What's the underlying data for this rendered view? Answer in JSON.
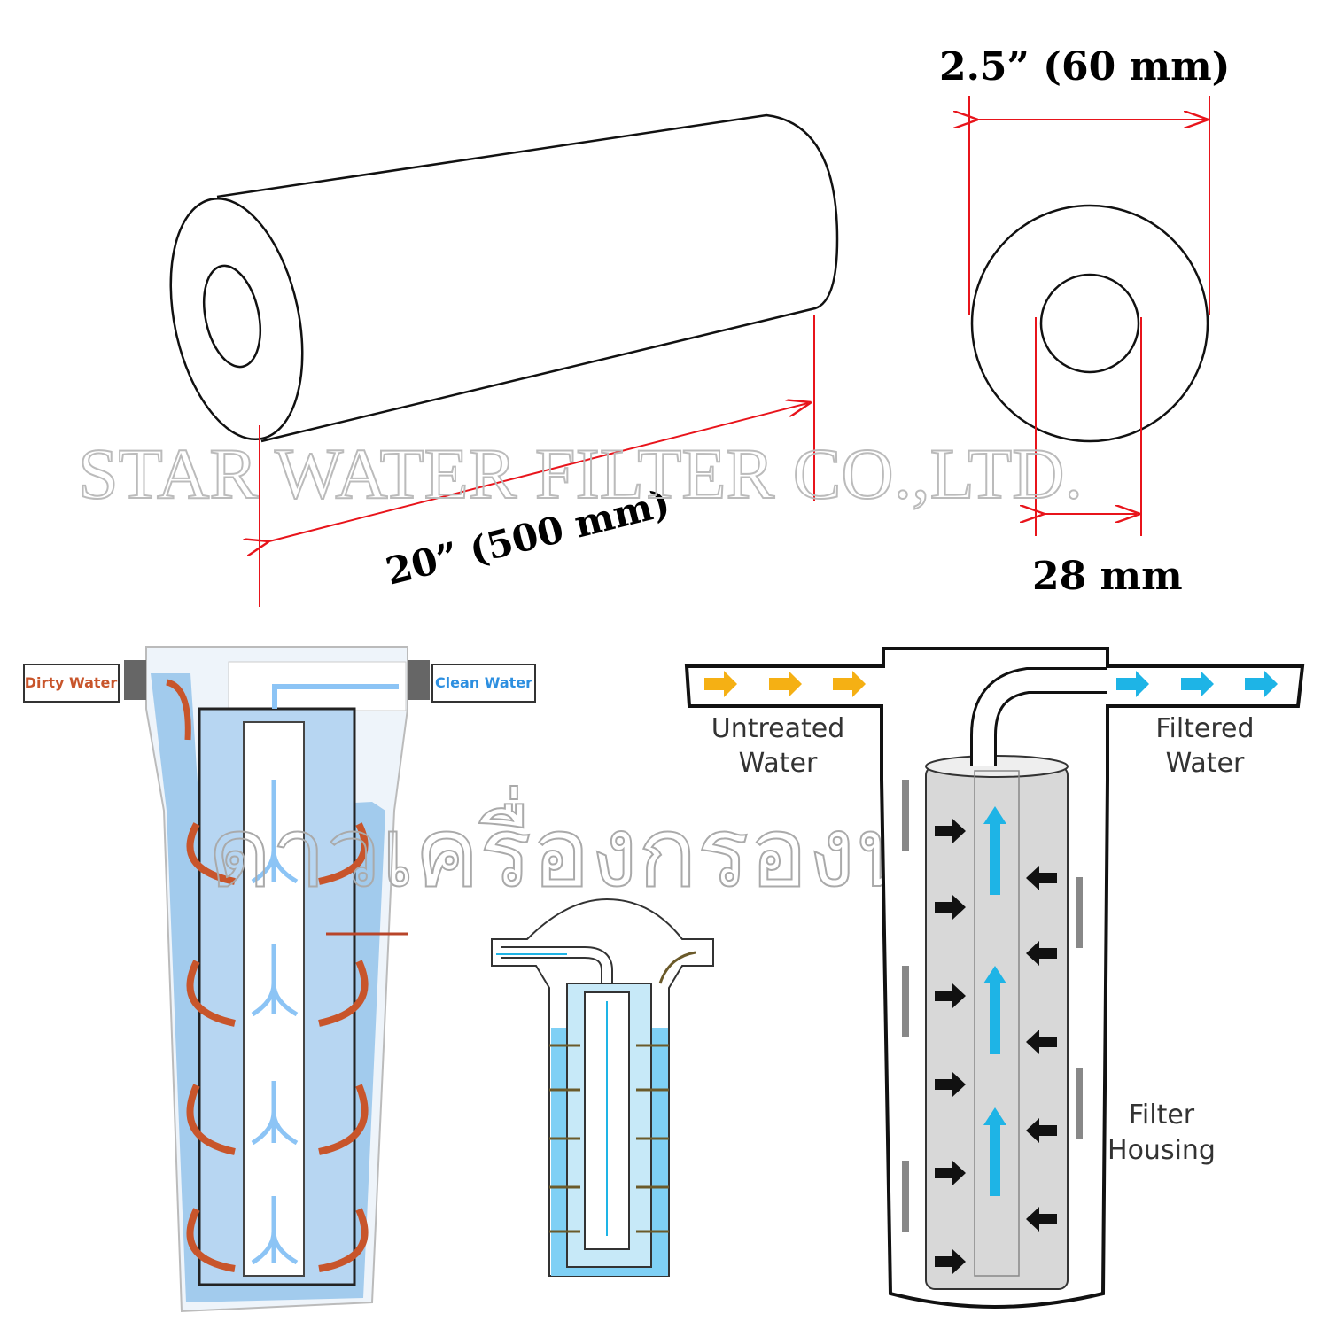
{
  "dimensions": {
    "diameter_label": "2.5”   (60 mm)",
    "length_label": "20”   (500 mm)",
    "inner_diameter_label": "28 mm"
  },
  "watermarks": {
    "company_en": "STAR WATER FILTER CO.,LTD.",
    "company_th": "ดาวเครื่องกรองน้ำ"
  },
  "left_diagram": {
    "inlet_label": "Dirty Water",
    "outlet_label": "Clean Water"
  },
  "right_diagram": {
    "inlet_label": [
      "Untreated",
      "Water"
    ],
    "outlet_label": [
      "Filtered",
      "Water"
    ],
    "housing_label": [
      "Filter",
      "Housing"
    ]
  },
  "colors": {
    "dimension_red": "#e8141b",
    "dirty_arrow": "#c8552b",
    "clean_blue": "#6fb4f0",
    "filtered_cyan": "#1eb4e6",
    "untreated_orange": "#f5b014"
  }
}
